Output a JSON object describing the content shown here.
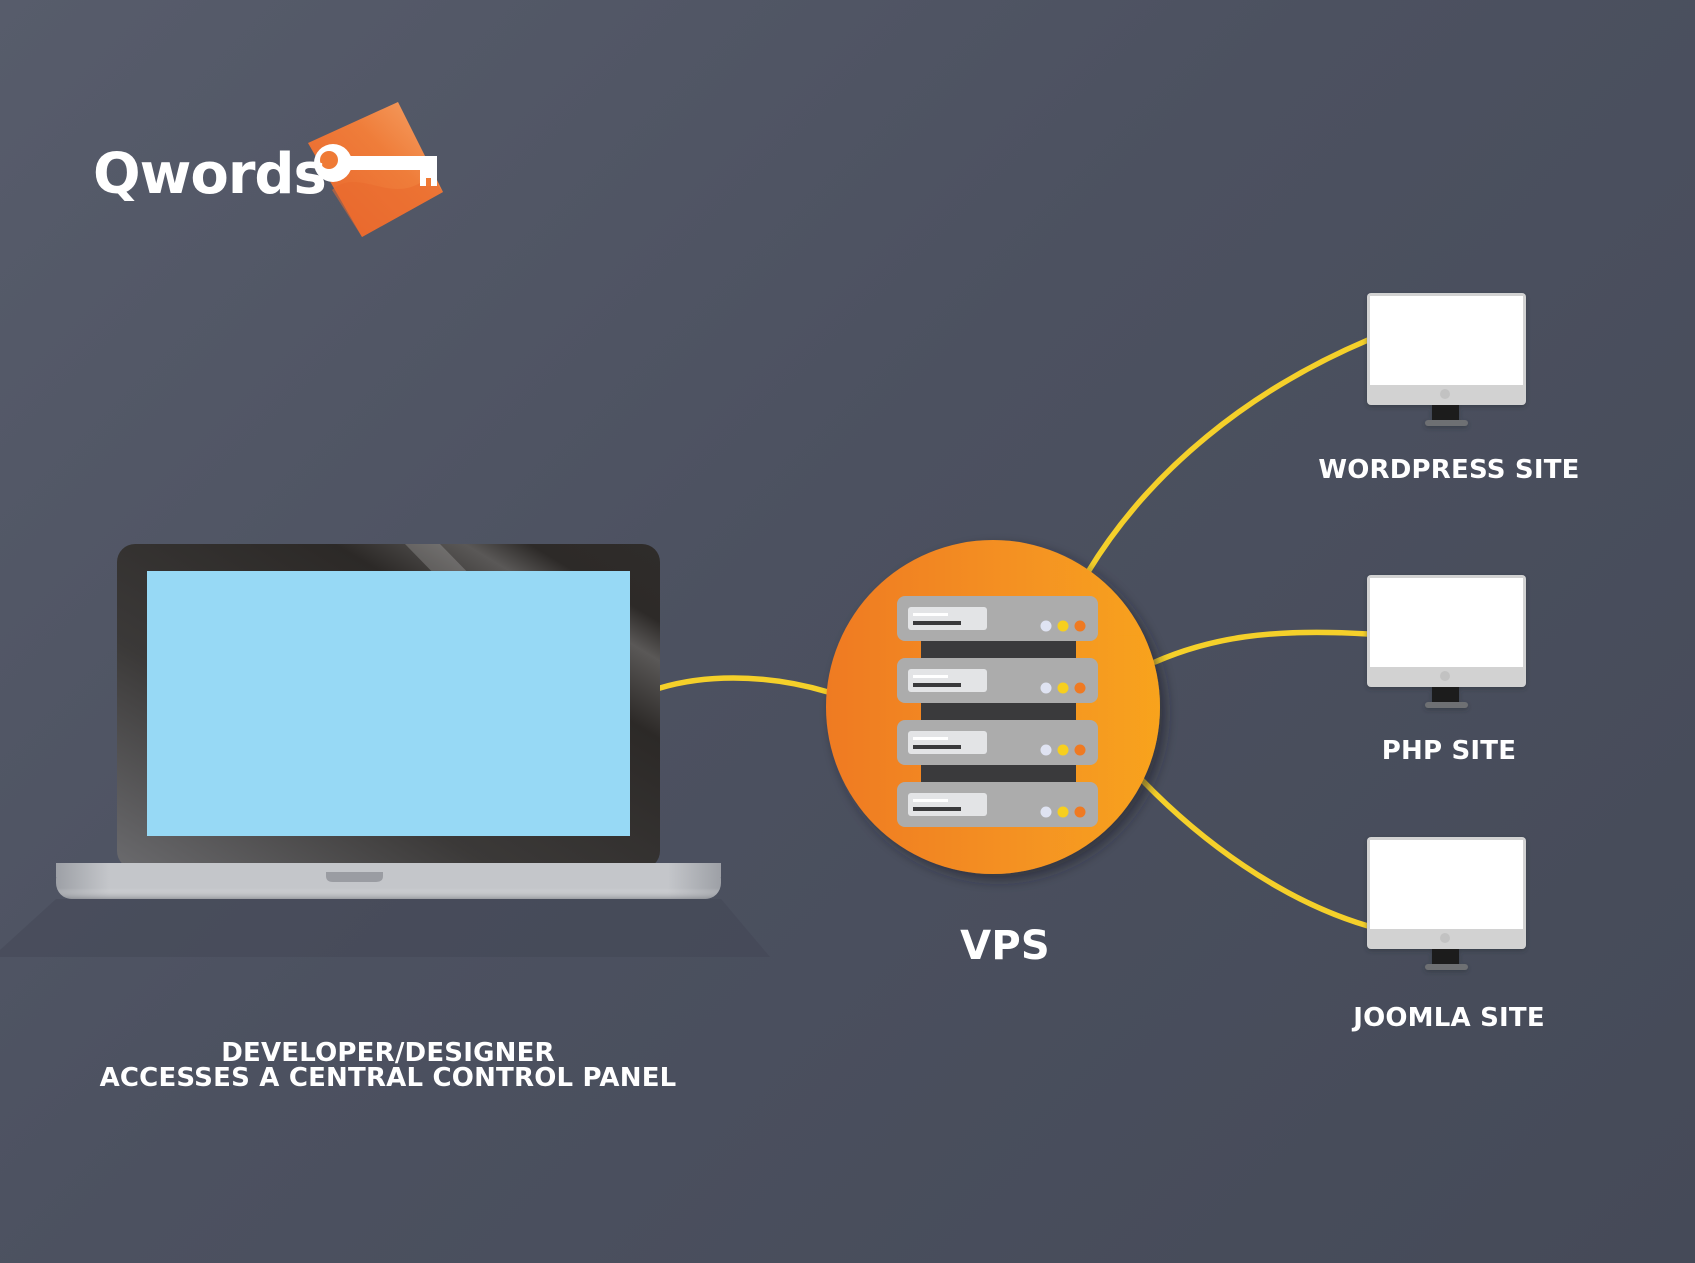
{
  "brand": {
    "name": "Qwords",
    "logo_icon": "key-icon",
    "colors": {
      "logo_orange": "#ef7a35",
      "logo_orange_light": "#f49a5c"
    }
  },
  "nodes": {
    "developer": {
      "icon": "laptop-icon",
      "label_line1": "DEVELOPER/DESIGNER",
      "label_line2": "ACCESSES A CENTRAL CONTROL PANEL",
      "screen_color": "#97d9f5"
    },
    "vps": {
      "icon": "server-rack-icon",
      "label": "VPS",
      "units": 4,
      "colors": {
        "circle_from": "#ef7a22",
        "circle_to": "#f8a31f",
        "led": [
          "#dfe3f2",
          "#f7cf1e",
          "#ef7a22"
        ]
      }
    },
    "sites": [
      {
        "icon": "monitor-icon",
        "label": "WORDPRESS SITE"
      },
      {
        "icon": "monitor-icon",
        "label": "PHP SITE"
      },
      {
        "icon": "monitor-icon",
        "label": "JOOMLA SITE"
      }
    ]
  },
  "connections": [
    {
      "from": "developer",
      "to": "vps"
    },
    {
      "from": "vps",
      "to": "WORDPRESS SITE"
    },
    {
      "from": "vps",
      "to": "PHP SITE"
    },
    {
      "from": "vps",
      "to": "JOOMLA SITE"
    }
  ],
  "colors": {
    "background": "#4c5160",
    "cable": "#f5d02a",
    "text": "#ffffff"
  }
}
